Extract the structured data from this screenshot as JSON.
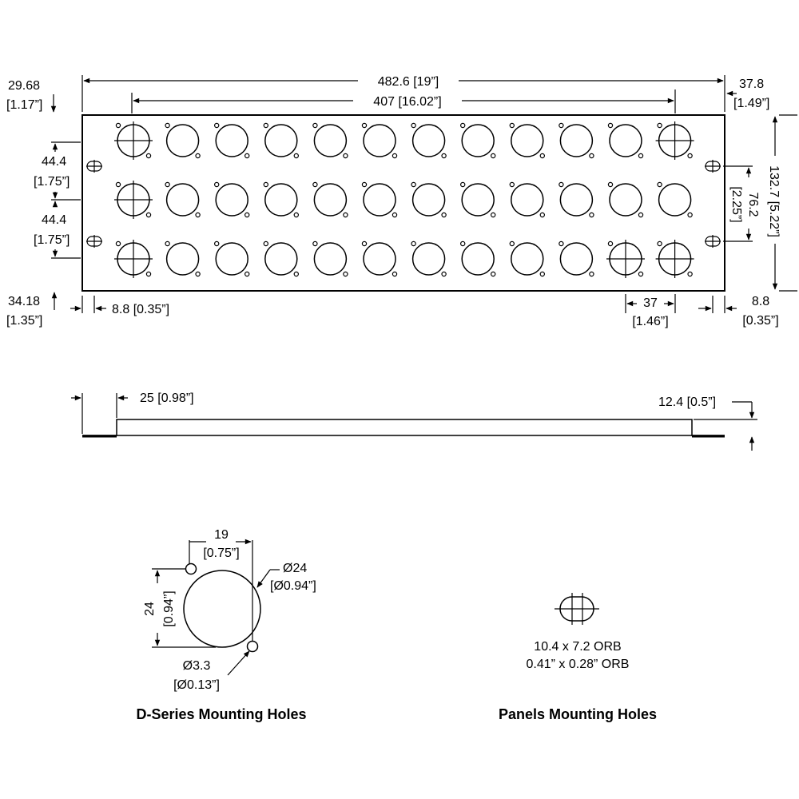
{
  "front_view": {
    "overall_width": "482.6 [19”]",
    "connector_span": "407 [16.02”]",
    "left_edge_top": "29.68",
    "left_edge_top_in": "[1.17”]",
    "right_edge_top": "37.8",
    "right_edge_top_in": "[1.49”]",
    "row_pitch_1": "44.4",
    "row_pitch_1_in": "[1.75”]",
    "row_pitch_2": "44.4",
    "row_pitch_2_in": "[1.75”]",
    "panel_height": "132.7 [5.22”]",
    "mount_hole_spacing": "76.2",
    "mount_hole_spacing_in": "[2.25”]",
    "bottom_left": "34.18",
    "bottom_left_in": "[1.35”]",
    "left_hole_offset": "8.8 [0.35”]",
    "column_pitch": "37",
    "column_pitch_in": "[1.46”]",
    "right_hole_offset": "8.8",
    "right_hole_offset_in": "[0.35”]",
    "rows": 3,
    "columns": 12,
    "crosshair_positions": [
      [
        0,
        0
      ],
      [
        0,
        11
      ],
      [
        1,
        0
      ],
      [
        2,
        0
      ],
      [
        2,
        10
      ],
      [
        2,
        11
      ]
    ]
  },
  "side_view": {
    "flange_offset": "25 [0.98”]",
    "depth": "12.4 [0.5”]"
  },
  "d_series_detail": {
    "hole_spacing": "19",
    "hole_spacing_in": "[0.75”]",
    "diameter": "Ø24",
    "diameter_in": "[Ø0.94”]",
    "height": "24",
    "height_in": "[0.94”]",
    "screw_diameter": "Ø3.3",
    "screw_diameter_in": "[Ø0.13”]",
    "title": "D-Series Mounting Holes"
  },
  "panel_detail": {
    "size_mm": "10.4 x 7.2 ORB",
    "size_in": "0.41” x 0.28” ORB",
    "title": "Panels Mounting Holes"
  }
}
